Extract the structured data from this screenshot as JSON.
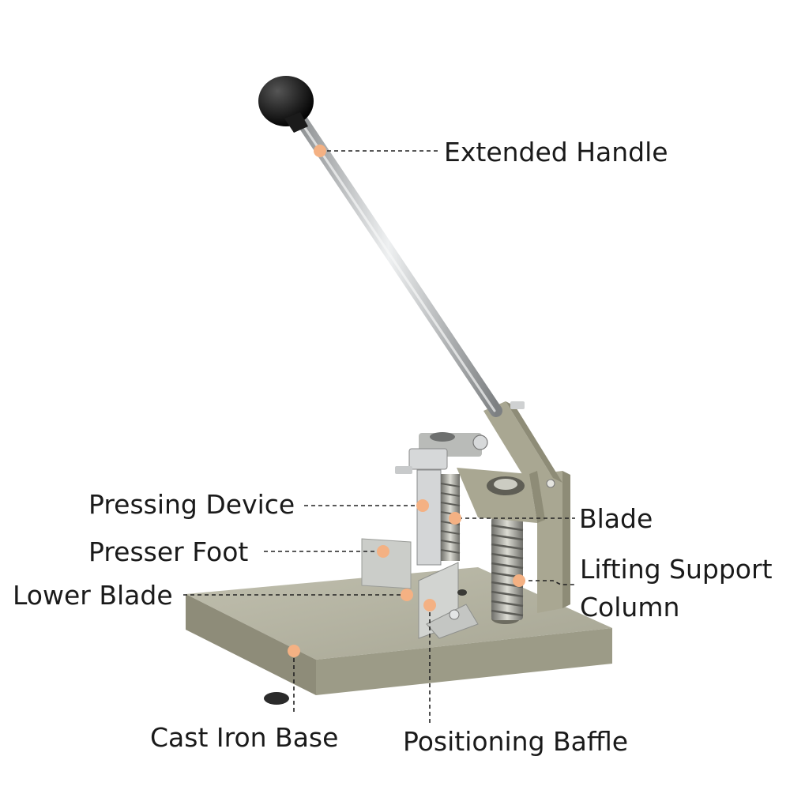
{
  "labels": {
    "extended_handle": "Extended Handle",
    "pressing_device": "Pressing Device",
    "blade": "Blade",
    "presser_foot": "Presser Foot",
    "lifting_support_column": [
      "Lifting Support",
      "Column"
    ],
    "lower_blade": "Lower Blade",
    "cast_iron_base": "Cast Iron Base",
    "positioning_baffle": "Positioning Baffle"
  },
  "colors": {
    "marker": "#f4b183",
    "body": "#a9a792",
    "body_dark": "#8e8c77",
    "steel": "#c9cbcc",
    "knob": "#111111",
    "text": "#1a1a1a"
  }
}
